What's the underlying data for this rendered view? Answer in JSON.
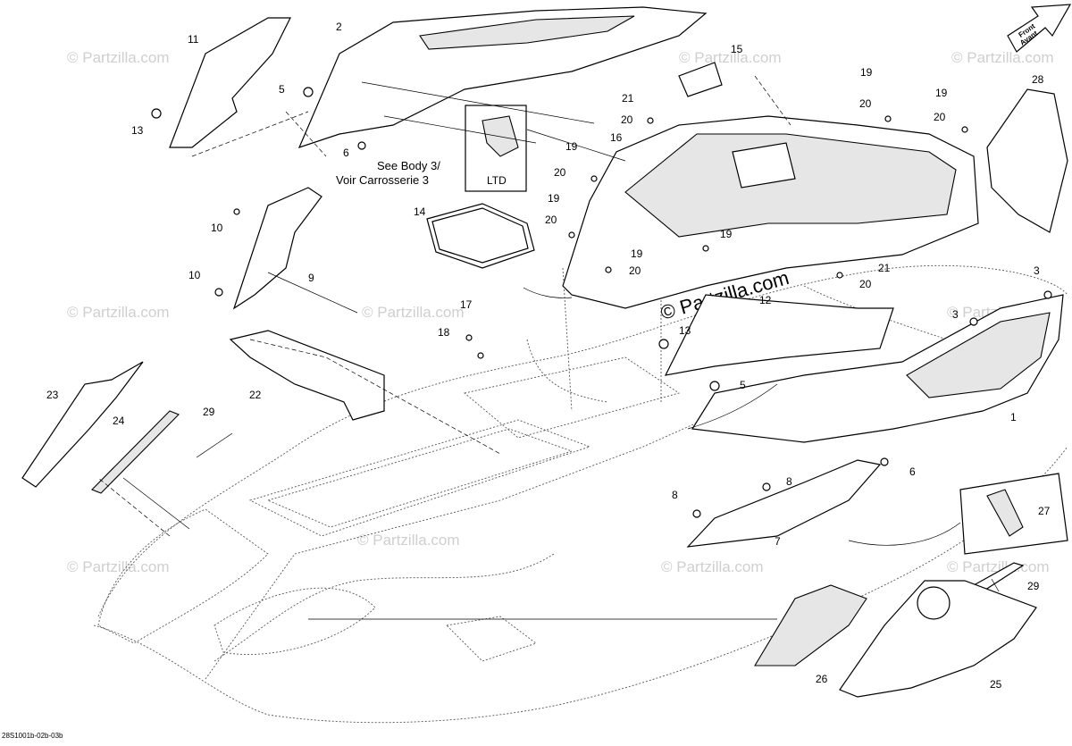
{
  "diagram": {
    "drawing_code": "28S1001b-02b-03b",
    "watermark_text": "© Partzilla.com",
    "direction_arrow": {
      "line1": "Front",
      "line2": "Avant"
    },
    "see_body_note": {
      "line1": "See Body 3/",
      "line2": "Voir Carrosserie 3"
    },
    "inset_ltd_label": "LTD",
    "callouts": {
      "c1": "1",
      "c2": "2",
      "c3a": "3",
      "c3b": "3",
      "c5a": "5",
      "c5b": "5",
      "c6a": "6",
      "c6b": "6",
      "c7": "7",
      "c8a": "8",
      "c8b": "8",
      "c9": "9",
      "c10a": "10",
      "c10b": "10",
      "c11": "11",
      "c12": "12",
      "c13a": "13",
      "c13b": "13",
      "c14": "14",
      "c15": "15",
      "c16": "16",
      "c17": "17",
      "c18": "18",
      "c19a": "19",
      "c19b": "19",
      "c19c": "19",
      "c19d": "19",
      "c19e": "19",
      "c19f": "19",
      "c20a": "20",
      "c20b": "20",
      "c20c": "20",
      "c20d": "20",
      "c20e": "20",
      "c20f": "20",
      "c20g": "20",
      "c21a": "21",
      "c21b": "21",
      "c22": "22",
      "c23": "23",
      "c24": "24",
      "c25": "25",
      "c26": "26",
      "c27": "27",
      "c28": "28",
      "c29a": "29",
      "c29b": "29"
    }
  }
}
